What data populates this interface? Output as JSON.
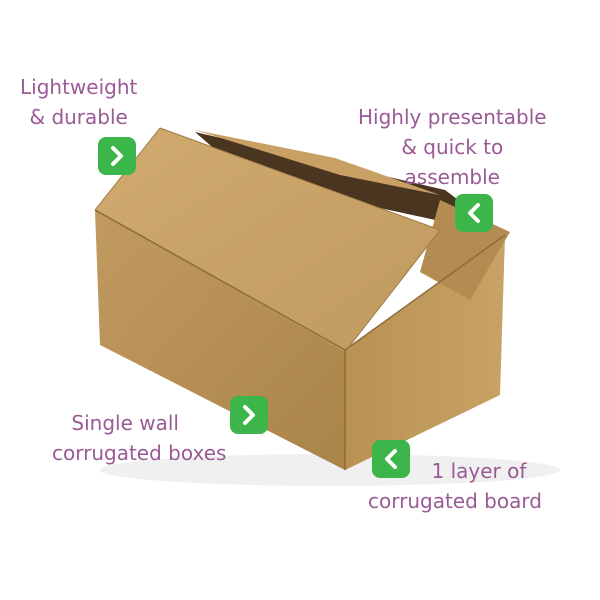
{
  "callouts": {
    "top_left": {
      "lines": [
        "Lightweight",
        "& durable"
      ]
    },
    "top_right": {
      "lines": [
        "Highly presentable",
        "& quick to",
        "assemble"
      ]
    },
    "bottom_left": {
      "lines": [
        "Single wall",
        "corrugated boxes"
      ]
    },
    "bottom_right": {
      "lines": [
        "1 layer of",
        "corrugated board"
      ]
    }
  },
  "icons": {
    "top_left": "chevron-right-icon",
    "top_right": "chevron-left-icon",
    "bottom_left": "chevron-right-icon",
    "bottom_right": "chevron-left-icon"
  },
  "colors": {
    "text": "#9a5a95",
    "badge": "#3cb64a",
    "cardboard_light": "#c9a36a",
    "cardboard_mid": "#b38a52",
    "cardboard_dark": "#9b7440"
  }
}
